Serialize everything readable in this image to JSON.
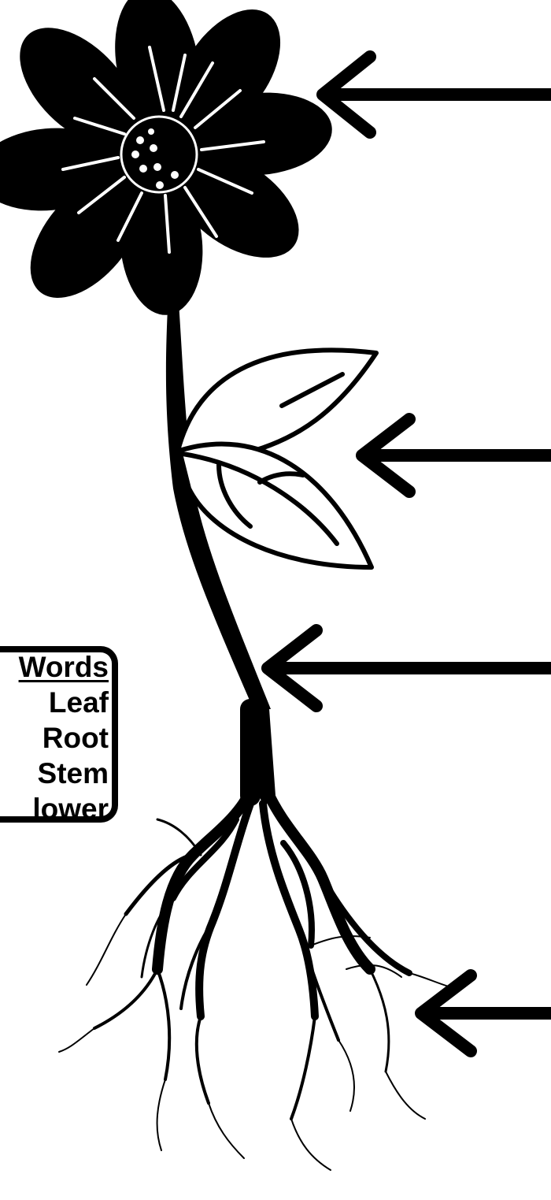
{
  "word_bank": {
    "title": "Words",
    "words": [
      "Leaf",
      "Root",
      "Stem",
      "lower"
    ]
  },
  "labels": [
    {
      "part": "flower-pointer"
    },
    {
      "part": "leaf-pointer"
    },
    {
      "part": "stem-pointer"
    },
    {
      "part": "root-pointer"
    }
  ],
  "colors": {
    "ink": "#000000",
    "paper": "#ffffff"
  }
}
